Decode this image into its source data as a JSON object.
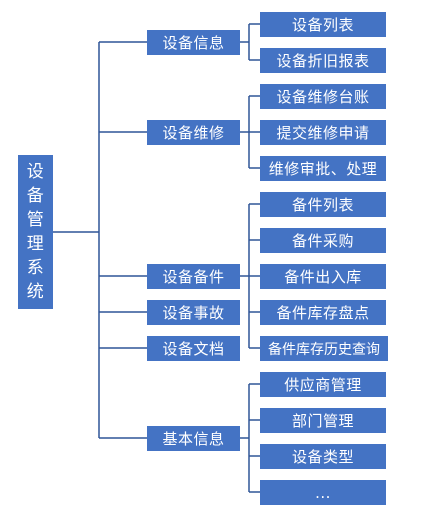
{
  "root": {
    "chars": [
      "设",
      "备",
      "管",
      "理",
      "系",
      "统"
    ]
  },
  "groups": [
    {
      "label": "设备信息",
      "children": [
        "设备列表",
        "设备折旧报表"
      ]
    },
    {
      "label": "设备维修",
      "children": [
        "设备维修台账",
        "提交维修申请",
        "维修审批、处理"
      ]
    },
    {
      "label": "设备备件",
      "children": [
        "备件列表",
        "备件采购",
        "备件出入库",
        "备件库存盘点",
        "备件库存历史查询"
      ]
    },
    {
      "label": "设备事故",
      "children": []
    },
    {
      "label": "设备文档",
      "children": []
    },
    {
      "label": "基本信息",
      "children": [
        "供应商管理",
        "部门管理",
        "设备类型",
        "..."
      ]
    }
  ],
  "colors": {
    "box": "#4473c4",
    "line": "#2f5597"
  }
}
